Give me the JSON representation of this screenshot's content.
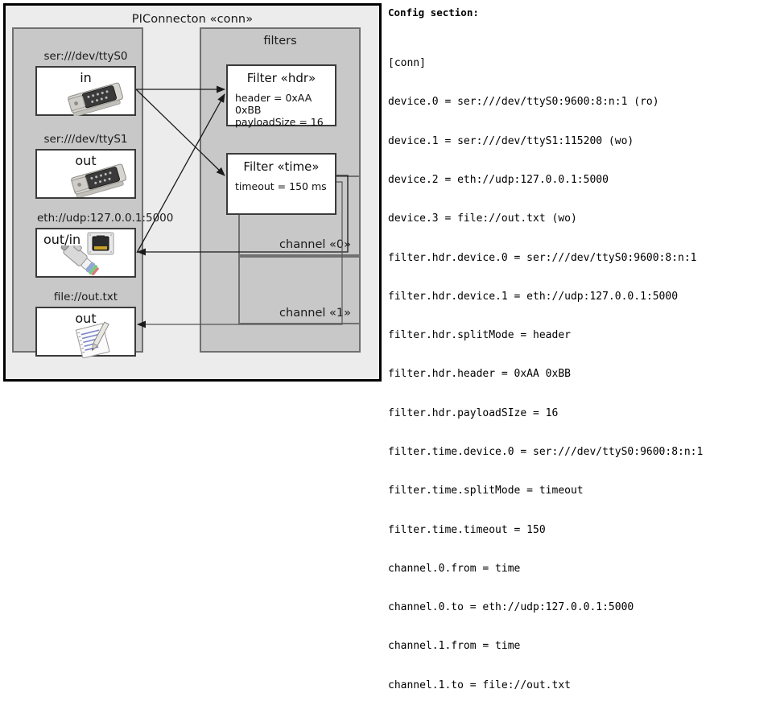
{
  "diagram": {
    "title": "PIConnecton «conn»",
    "devices_panel": {
      "nodes": [
        {
          "caption": "ser:///dev/ttyS0",
          "io": "in",
          "icon": "serial-port-icon"
        },
        {
          "caption": "ser:///dev/ttyS1",
          "io": "out",
          "icon": "serial-port-icon"
        },
        {
          "caption": "eth://udp:127.0.0.1:5000",
          "io": "out/in",
          "icon": "ethernet-jack-icon"
        },
        {
          "caption": "file://out.txt",
          "io": "out",
          "icon": "text-document-icon"
        }
      ]
    },
    "filters_panel": {
      "title": "filters",
      "filters": [
        {
          "title": "Filter «hdr»",
          "props": [
            "header = 0xAA 0xBB",
            "payloadSize = 16"
          ]
        },
        {
          "title": "Filter «time»",
          "props": [
            "timeout = 150 ms"
          ]
        }
      ],
      "channels": [
        {
          "label": "channel «0»"
        },
        {
          "label": "channel «1»"
        }
      ]
    }
  },
  "config": {
    "heading": "Config section:",
    "lines": [
      "[conn]",
      "device.0 = ser:///dev/ttyS0:9600:8:n:1 (ro)",
      "device.1 = ser:///dev/ttyS1:115200 (wo)",
      "device.2 = eth://udp:127.0.0.1:5000",
      "device.3 = file://out.txt (wo)",
      "filter.hdr.device.0 = ser:///dev/ttyS0:9600:8:n:1",
      "filter.hdr.device.1 = eth://udp:127.0.0.1:5000",
      "filter.hdr.splitMode = header",
      "filter.hdr.header = 0xAA 0xBB",
      "filter.hdr.payloadSIze = 16",
      "filter.time.device.0 = ser:///dev/ttyS0:9600:8:n:1",
      "filter.time.splitMode = timeout",
      "filter.time.timeout = 150",
      "channel.0.from = time",
      "channel.0.to = eth://udp:127.0.0.1:5000",
      "channel.1.from = time",
      "channel.1.to = file://out.txt"
    ]
  },
  "colors": {
    "outer_panel": "#ececec",
    "sub_panel": "#c8c8c8",
    "node_fill": "#ffffff",
    "border_dark": "#000000",
    "border_mid": "#707070",
    "text": "#1a1a1a"
  }
}
